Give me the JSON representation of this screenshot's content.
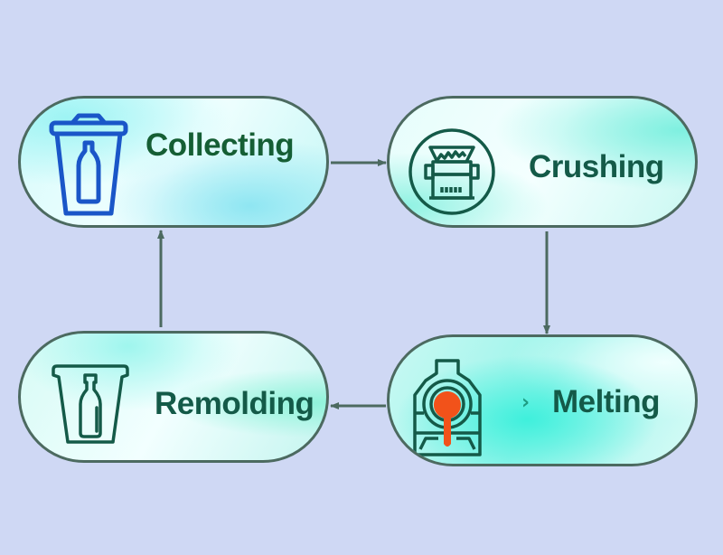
{
  "diagram": {
    "type": "cycle",
    "nodes": [
      {
        "id": "collecting",
        "label": "Collecting",
        "icon": "trash-bin-bottle-icon"
      },
      {
        "id": "crushing",
        "label": "Crushing",
        "icon": "crusher-machine-icon"
      },
      {
        "id": "melting",
        "label": "Melting",
        "icon": "furnace-crucible-icon",
        "prefix": "›"
      },
      {
        "id": "remolding",
        "label": "Remolding",
        "icon": "mold-bottle-icon"
      }
    ],
    "edges": [
      {
        "from": "collecting",
        "to": "crushing"
      },
      {
        "from": "crushing",
        "to": "melting"
      },
      {
        "from": "melting",
        "to": "remolding"
      },
      {
        "from": "remolding",
        "to": "collecting"
      }
    ],
    "colors": {
      "background": "#cfd8f4",
      "node_border": "#4c6a60",
      "arrow": "#4c6a60",
      "collecting_text": "#155e34",
      "text": "#145a48",
      "collecting_icon": "#1a56c8",
      "melt_accent": "#f2521a"
    }
  }
}
